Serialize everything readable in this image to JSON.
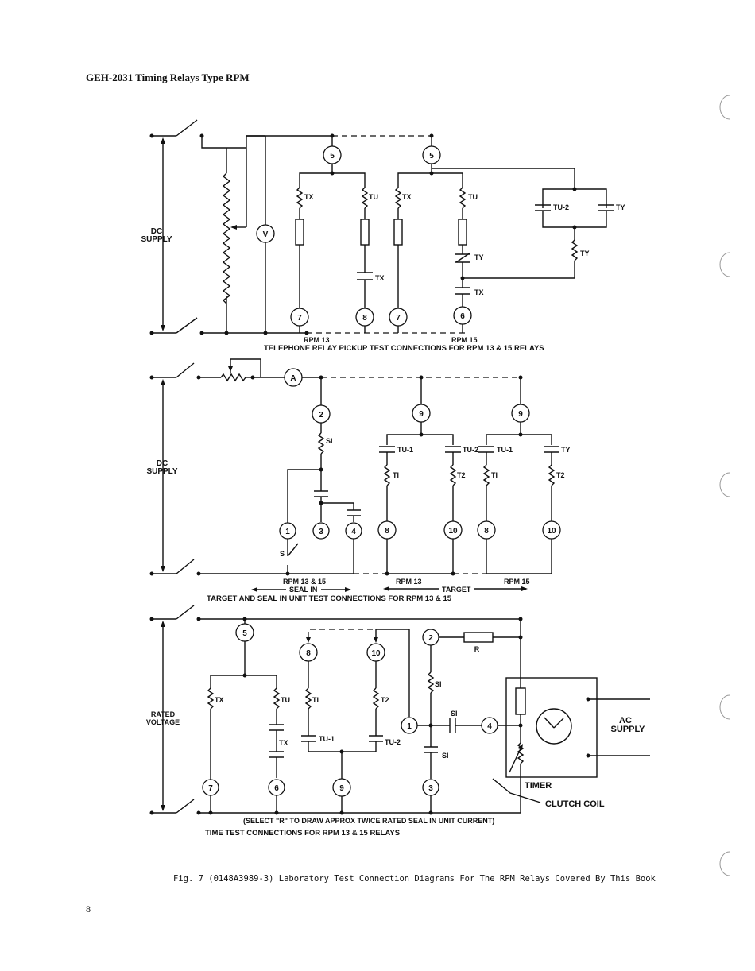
{
  "header": "GEH-2031   Timing Relays Type RPM",
  "page_number": "8",
  "caption": "Fig. 7 (0148A3989-3)  Laboratory Test Connection Diagrams For The RPM Relays Covered By This Book",
  "diagram1": {
    "supply_label_line1": "DC",
    "supply_label_line2": "SUPPLY",
    "meter": "V",
    "rpm13_label": "RPM 13",
    "rpm15_label": "RPM 15",
    "title": "TELEPHONE RELAY PICKUP TEST CONNECTIONS FOR RPM 13 & 15 RELAYS",
    "terminals": [
      "5",
      "5",
      "7",
      "8",
      "7",
      "6"
    ],
    "components": [
      "TX",
      "TU",
      "TX",
      "TX",
      "TU",
      "TY",
      "TX",
      "TU-2",
      "TY",
      "TY"
    ]
  },
  "diagram2": {
    "supply_label_line1": "DC",
    "supply_label_line2": "SUPPLY",
    "meter": "A",
    "switch": "S",
    "rpm1315_label": "RPM 13 & 15",
    "seal_in_label": "SEAL IN",
    "rpm13_label": "RPM 13",
    "target_label": "TARGET",
    "rpm15_label": "RPM 15",
    "title": "TARGET AND SEAL IN UNIT  TEST CONNECTIONS FOR RPM 13 & 15",
    "terminals": [
      "2",
      "9",
      "9",
      "1",
      "3",
      "4",
      "8",
      "10",
      "8",
      "10"
    ],
    "components": [
      "SI",
      "TU-1",
      "TU-2",
      "TU-1",
      "TY",
      "TI",
      "T2",
      "TI",
      "T2"
    ]
  },
  "diagram3": {
    "supply_label_line1": "RATED",
    "supply_label_line2": "VOLTAGE",
    "r_label": "R",
    "ac_line1": "AC",
    "ac_line2": "SUPPLY",
    "timer_label": "TIMER",
    "clutch_label": "CLUTCH COIL",
    "note": "(SELECT \"R\" TO DRAW APPROX TWICE RATED SEAL IN UNIT CURRENT)",
    "title": "TIME TEST CONNECTIONS FOR RPM 13 & 15 RELAYS",
    "terminals": [
      "5",
      "8",
      "10",
      "2",
      "1",
      "4",
      "7",
      "6",
      "9",
      "3"
    ],
    "components": [
      "TX",
      "TU",
      "TX",
      "TI",
      "T2",
      "TU-1",
      "TU-2",
      "SI",
      "SI",
      "SI"
    ]
  }
}
